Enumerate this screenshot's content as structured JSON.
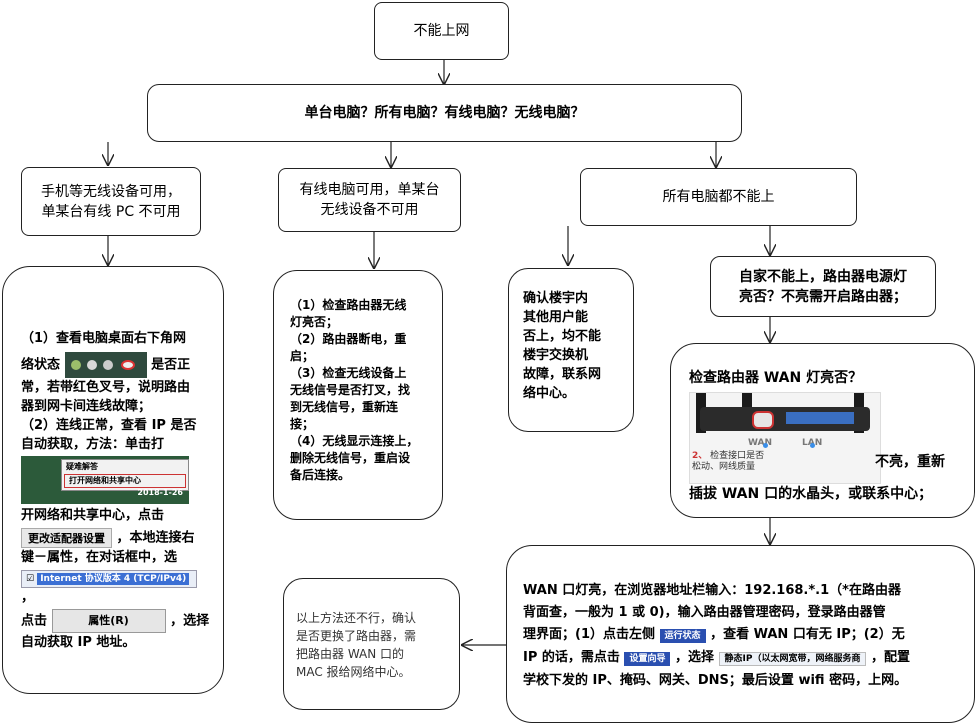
{
  "nodes": {
    "root": "不能上网",
    "question": "单台电脑？所有电脑？有线电脑？无线电脑？",
    "branch_left": [
      "手机等无线设备可用，",
      "单某台有线 PC 不可用"
    ],
    "branch_mid": [
      "有线电脑可用，单某台",
      "无线设备不可用"
    ],
    "branch_right": "所有电脑都不能上"
  },
  "left_detail": {
    "p1a": "（1）查看电脑桌面右下角网",
    "p1b": "络状态",
    "p1c": "是否正",
    "p1d": "常，若带红色叉号，说明路由",
    "p1e": "器到网卡间连线故障；",
    "p2a": "（2）连线正常，查看 IP 是否",
    "p2b": "自动获取，方法：单击打",
    "menu_item1": "疑难解答",
    "menu_item2": "打开网络和共享中心",
    "tray_date": "2018-1-26",
    "p2c": "开网络和共享中心，点击",
    "adapter_button": "更改适配器设置",
    "p2d": "，本地连接右",
    "p2e": "键－属性，在对话框中，选",
    "ipv4_label": "Internet 协议版本 4 (TCP/IPv4)",
    "p2f": "，",
    "p2g": "点击",
    "props_button": "属性(R)",
    "p2h": "，选择",
    "p2i": "自动获取 IP 地址。"
  },
  "mid_detail": [
    "（1）检查路由器无线",
    "灯亮否；",
    "（2）路由器断电，重",
    "启；",
    "（3）检查无线设备上",
    "无线信号是否打叉，找",
    "到无线信号，重新连",
    "接；",
    "（4）无线显示连接上，",
    "删除无线信号，重启设",
    "备后连接。"
  ],
  "building_note": [
    "确认楼宇内",
    "其他用户能",
    "否上，均不能",
    "楼宇交换机",
    "故障，联系网",
    "络中心。"
  ],
  "power_check": [
    "自家不能上，路由器电源灯",
    "亮否？不亮需开启路由器；"
  ],
  "wan_check": {
    "title": "检查路由器 WAN 灯亮否？",
    "wan_label": "WAN",
    "lan_label": "LAN",
    "caption_num": "2、",
    "caption_a": "检查接口是否",
    "caption_b": "松动、网线质量",
    "text_a": "不亮，重新",
    "text_b": "插拔 WAN 口的水晶头，或联系中心；"
  },
  "wan_on": {
    "l1": "WAN 口灯亮，在浏览器地址栏输入：192.168.*.1（*在路由器",
    "l2": "背面查，一般为 1 或 0)，输入路由器管理密码，登录路由器管",
    "l3a": "理界面；(1）点击左侧",
    "tag_status": "运行状态",
    "l3b": "，查看 WAN 口有无 IP；(2）无",
    "l4a": "IP 的话，需点击",
    "tag_setup": "设置向导",
    "l4b": "，选择",
    "tag_static": "静态IP（以太网宽带，网络服务商",
    "l4c": "，配置",
    "l5": "学校下发的 IP、掩码、网关、DNS；最后设置 wifi 密码，上网。"
  },
  "final_note": [
    "以上方法还不行，确认",
    "是否更换了路由器，需",
    "把路由器  WAN  口的",
    "MAC 报给网络中心。"
  ]
}
